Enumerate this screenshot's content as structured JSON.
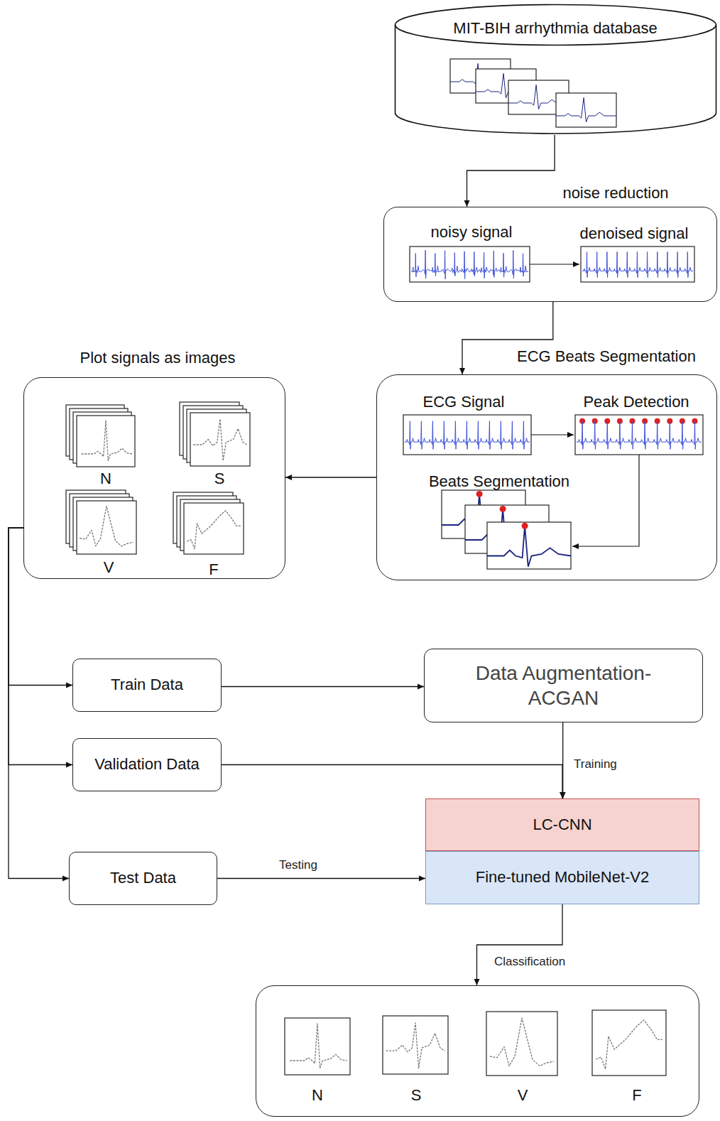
{
  "diagram": {
    "nodes": [
      {
        "text": [
          "MIT-BIH arrhythmia database"
        ]
      },
      {
        "text": [
          "noise reduction",
          "noisy signal",
          "denoised signal"
        ]
      },
      {
        "text": [
          "ECG Beats Segmentation",
          "ECG Signal",
          "Peak Detection",
          "Beats Segmentation"
        ]
      },
      {
        "text": [
          "Plot signals as images",
          "N",
          "S",
          "V",
          "F"
        ]
      },
      {
        "text": [
          "Train Data"
        ]
      },
      {
        "text": [
          "Validation Data"
        ]
      },
      {
        "text": [
          "Test Data"
        ]
      },
      {
        "text": [
          "Data Augmentation-ACGAN"
        ]
      },
      {
        "text": [
          "LC-CNN"
        ]
      },
      {
        "text": [
          "Fine-tuned MobileNet-V2"
        ]
      },
      {
        "text": [
          "N",
          "S",
          "V",
          "F"
        ]
      }
    ],
    "edges": [
      {
        "from": 0,
        "to": 1,
        "arrow": "to"
      },
      {
        "from": 1,
        "to": 2,
        "arrow": "to"
      },
      {
        "from": 2,
        "to": 3,
        "arrow": "to"
      },
      {
        "from": 3,
        "to": 4,
        "arrow": "to"
      },
      {
        "from": 3,
        "to": 5,
        "arrow": "to"
      },
      {
        "from": 3,
        "to": 6,
        "arrow": "to"
      },
      {
        "from": 4,
        "to": 7,
        "arrow": "to"
      },
      {
        "from": 7,
        "to": 8,
        "label": "Training",
        "arrow": "to"
      },
      {
        "from": 5,
        "to": 8,
        "arrow": "to"
      },
      {
        "from": 6,
        "to": 9,
        "label": "Testing",
        "arrow": "to"
      },
      {
        "from": 9,
        "to": 10,
        "label": "Classification",
        "arrow": "to"
      }
    ]
  }
}
